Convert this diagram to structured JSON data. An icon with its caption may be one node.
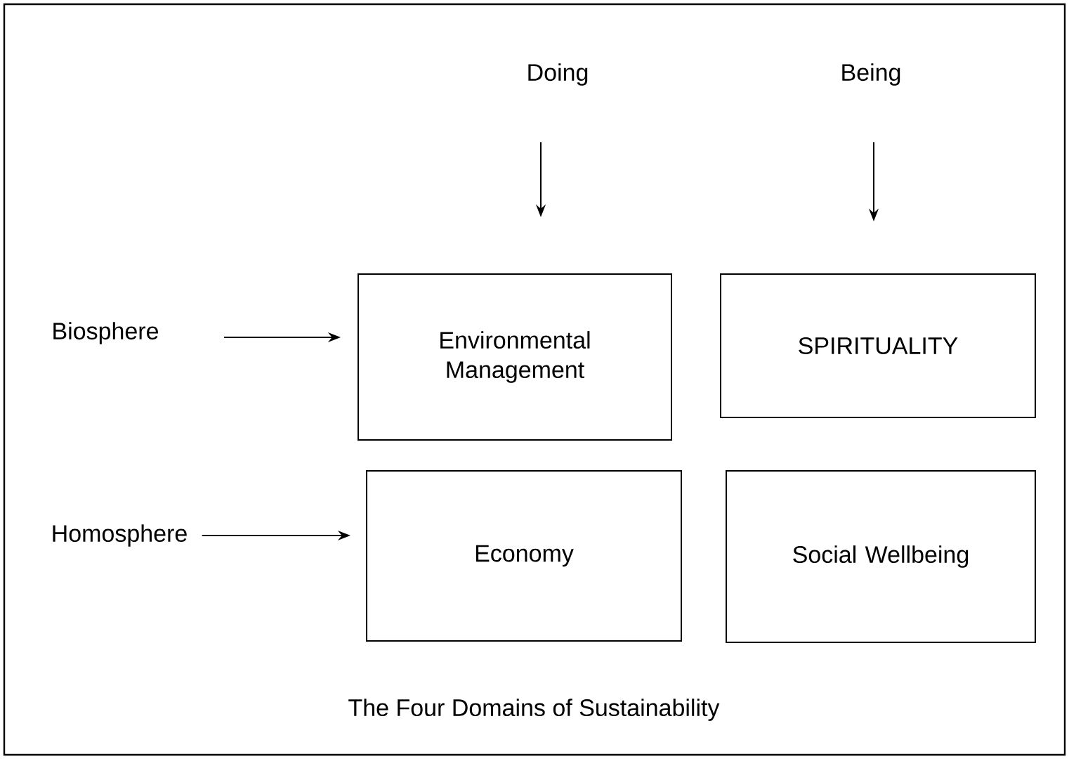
{
  "diagram": {
    "caption": "The Four Domains of Sustainability",
    "nodes": [
      {
        "text": [
          "Doing"
        ]
      },
      {
        "text": [
          "Being"
        ]
      },
      {
        "text": [
          "Biosphere"
        ]
      },
      {
        "text": [
          "Environmental Management"
        ]
      },
      {
        "text": [
          "SPIRITUALITY"
        ]
      },
      {
        "text": [
          "Homosphere"
        ]
      },
      {
        "text": [
          "Economy"
        ]
      },
      {
        "text": [
          "Social Wellbeing"
        ]
      }
    ],
    "edges": [
      {
        "from": 0,
        "to": 3,
        "arrow": "to"
      },
      {
        "from": 1,
        "to": 4,
        "arrow": "to"
      },
      {
        "from": 2,
        "to": 3,
        "arrow": "to"
      },
      {
        "from": 5,
        "to": 6,
        "arrow": "to"
      }
    ]
  }
}
